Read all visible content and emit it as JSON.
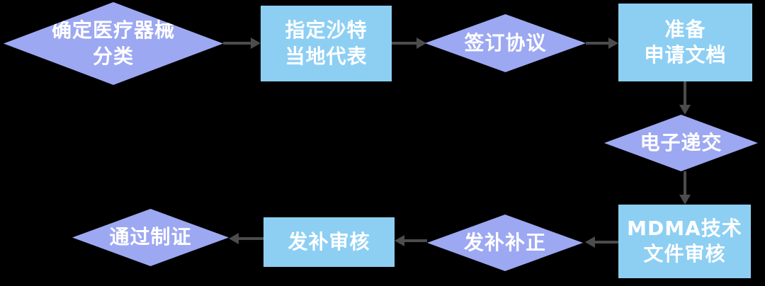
{
  "colors": {
    "background": "#000000",
    "diamond_fill": "#9DA8F2",
    "rect_fill": "#8DCFF3",
    "arrow_color": "#4C4C4C",
    "text_color": "#FFFFFF"
  },
  "flowchart": {
    "description": "Medical device Saudi registration process flowchart",
    "nodes": [
      {
        "id": "classify-device",
        "shape": "diamond",
        "label": "确定医疗器械\n分类"
      },
      {
        "id": "local-rep",
        "shape": "rect",
        "label": "指定沙特\n当地代表"
      },
      {
        "id": "sign-agreement",
        "shape": "diamond",
        "label": "签订协议"
      },
      {
        "id": "prepare-docs",
        "shape": "rect",
        "label": "准备\n申请文档"
      },
      {
        "id": "e-submission",
        "shape": "diamond",
        "label": "电子递交"
      },
      {
        "id": "mdma-review",
        "shape": "rect",
        "label": "MDMA技术\n文件审核"
      },
      {
        "id": "supplement-correct",
        "shape": "diamond",
        "label": "发补补正"
      },
      {
        "id": "supplement-review",
        "shape": "rect",
        "label": "发补审核"
      },
      {
        "id": "certificate-issued",
        "shape": "diamond",
        "label": "通过制证"
      }
    ],
    "edges": [
      {
        "from": "classify-device",
        "to": "local-rep",
        "direction": "right"
      },
      {
        "from": "local-rep",
        "to": "sign-agreement",
        "direction": "right"
      },
      {
        "from": "sign-agreement",
        "to": "prepare-docs",
        "direction": "right"
      },
      {
        "from": "prepare-docs",
        "to": "e-submission",
        "direction": "down"
      },
      {
        "from": "e-submission",
        "to": "mdma-review",
        "direction": "down"
      },
      {
        "from": "mdma-review",
        "to": "supplement-correct",
        "direction": "left"
      },
      {
        "from": "supplement-correct",
        "to": "supplement-review",
        "direction": "left"
      },
      {
        "from": "supplement-review",
        "to": "certificate-issued",
        "direction": "left"
      }
    ]
  }
}
